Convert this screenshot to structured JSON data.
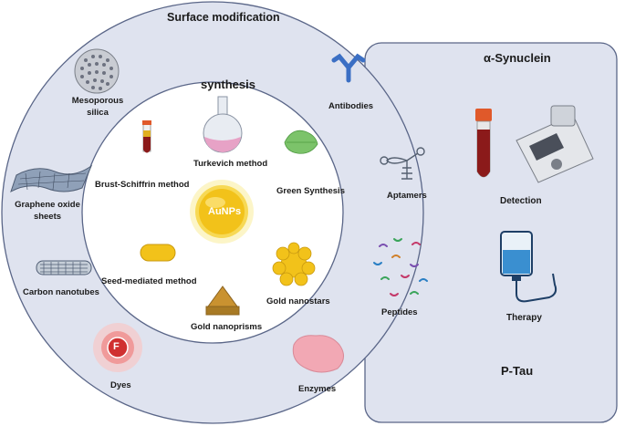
{
  "outer_ring": {
    "title": "Surface modification",
    "items": {
      "mesoporous_silica": [
        "Mesoporous",
        "silica"
      ],
      "graphene_oxide": [
        "Graphene oxide",
        "sheets"
      ],
      "carbon_nanotubes": "Carbon nanotubes",
      "dyes": "Dyes",
      "dye_letter": "F",
      "antibodies": "Antibodies",
      "aptamers": "Aptamers",
      "peptides": "Peptides",
      "enzymes": "Enzymes"
    }
  },
  "inner_ring": {
    "title": "synthesis",
    "center": "AuNPs",
    "items": {
      "turkevich": "Turkevich method",
      "brust_schiffrin": "Brust-Schiffrin method",
      "green_synthesis": "Green Synthesis",
      "seed_mediated": "Seed-mediated method",
      "gold_nanostars": "Gold nanostars",
      "gold_nanoprisms": "Gold nanoprisms"
    }
  },
  "right_panel": {
    "top_title": "α-Synuclein",
    "detection": "Detection",
    "therapy": "Therapy",
    "bottom_title": "P-Tau"
  },
  "colors": {
    "ring_bg": "#dfe3ef",
    "ring_stroke": "#5a6688",
    "inner_fill": "#ffffff",
    "gold": "#f2c21a",
    "antibody_blue": "#3b6fc4",
    "blood_red": "#8b1a1a",
    "tube_cap": "#e0592a",
    "iv_blue": "#3a8fd0",
    "leaf_green": "#7cc36a",
    "enzyme_pink": "#f2a8b4",
    "dye_red": "#d03030"
  }
}
